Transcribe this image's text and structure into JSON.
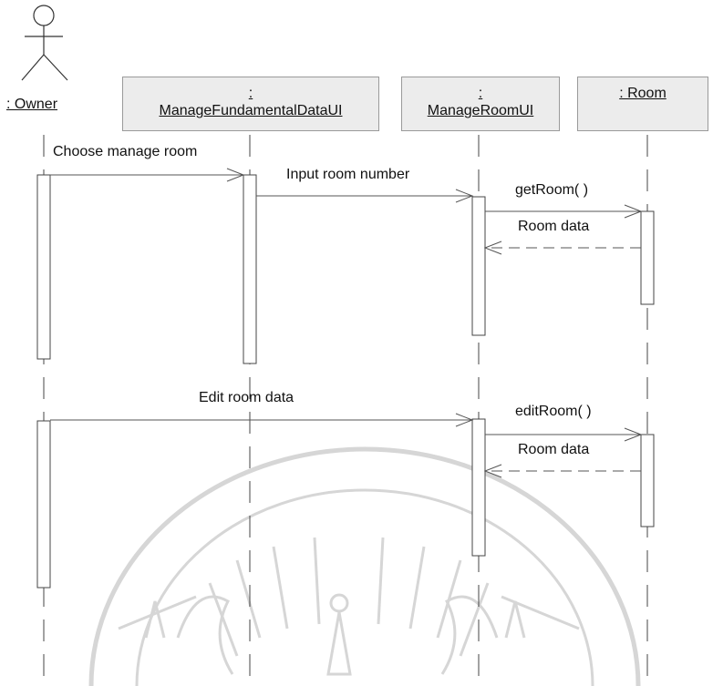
{
  "lifelines": [
    {
      "id": "owner",
      "kind": "actor",
      "label": ": Owner"
    },
    {
      "id": "mfd",
      "kind": "object",
      "prefix": ":",
      "label": "ManageFundamentalDataUI"
    },
    {
      "id": "mroom",
      "kind": "object",
      "prefix": ":",
      "label": "ManageRoomUI"
    },
    {
      "id": "room",
      "kind": "object",
      "label": ": Room"
    }
  ],
  "messages": [
    {
      "label": "Choose manage room",
      "from": "owner",
      "to": "mfd",
      "style": "solid"
    },
    {
      "label": "Input room number",
      "from": "mfd",
      "to": "mroom",
      "style": "solid"
    },
    {
      "label": "getRoom( )",
      "from": "mroom",
      "to": "room",
      "style": "solid"
    },
    {
      "label": "Room data",
      "from": "room",
      "to": "mroom",
      "style": "dashed"
    },
    {
      "label": "Edit room data",
      "from": "owner",
      "to": "mroom",
      "style": "solid"
    },
    {
      "label": "editRoom( )",
      "from": "mroom",
      "to": "room",
      "style": "solid"
    },
    {
      "label": "Room data",
      "from": "room",
      "to": "mroom",
      "style": "dashed"
    }
  ],
  "colors": {
    "line": "#333333",
    "box_fill": "#ececec",
    "box_border": "#9a9a9a",
    "watermark": "#d4d4d4"
  },
  "watermark": {
    "icon": "university-seal-watermark"
  }
}
